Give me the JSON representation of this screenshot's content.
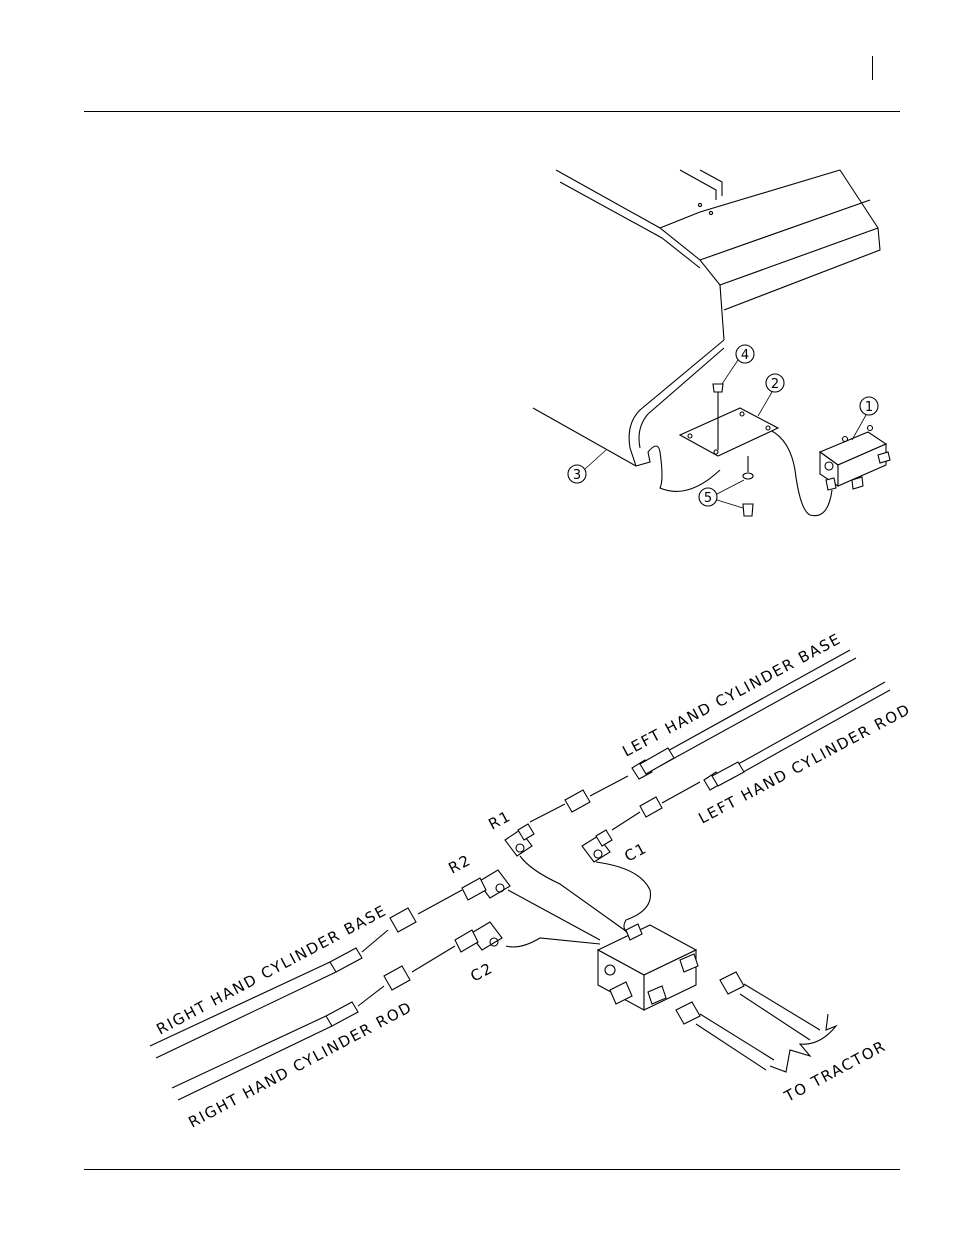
{
  "figure_top": {
    "callouts": [
      "1",
      "2",
      "3",
      "4",
      "5"
    ]
  },
  "figure_bottom": {
    "labels": {
      "left_base": "LEFT HAND CYLINDER BASE",
      "left_rod": "LEFT HAND CYLINDER ROD",
      "right_base": "RIGHT HAND CYLINDER BASE",
      "right_rod": "RIGHT HAND CYLINDER ROD",
      "to_tractor": "TO TRACTOR"
    },
    "ports": [
      "R1",
      "R2",
      "C1",
      "C2"
    ]
  }
}
